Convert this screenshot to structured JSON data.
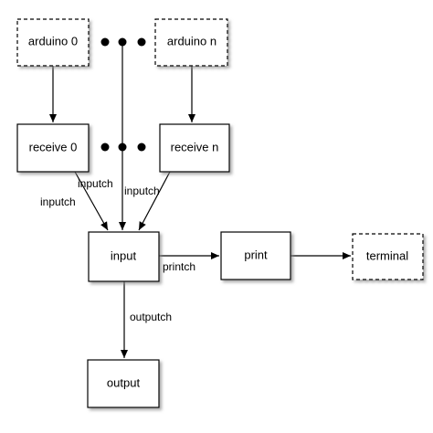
{
  "nodes": {
    "arduino0": {
      "label": "arduino 0",
      "style": "dashed"
    },
    "arduinoN": {
      "label": "arduino n",
      "style": "dashed"
    },
    "receive0": {
      "label": "receive 0",
      "style": "solid"
    },
    "receiveN": {
      "label": "receive n",
      "style": "solid"
    },
    "input": {
      "label": "input",
      "style": "solid"
    },
    "print": {
      "label": "print",
      "style": "solid"
    },
    "terminal": {
      "label": "terminal",
      "style": "dashed"
    },
    "output": {
      "label": "output",
      "style": "solid"
    }
  },
  "edges": [
    {
      "from": "arduino0",
      "to": "receive0",
      "label": ""
    },
    {
      "from": "ellipsis_top",
      "to": "input",
      "label": "inputch"
    },
    {
      "from": "arduinoN",
      "to": "receiveN",
      "label": ""
    },
    {
      "from": "receive0",
      "to": "input",
      "label": "inputch"
    },
    {
      "from": "receiveN",
      "to": "input",
      "label": "inputch"
    },
    {
      "from": "input",
      "to": "print",
      "label": "printch"
    },
    {
      "from": "print",
      "to": "terminal",
      "label": ""
    },
    {
      "from": "input",
      "to": "output",
      "label": "outputch"
    }
  ],
  "colors": {
    "stroke": "#000000",
    "fill": "#ffffff",
    "shadow": "#888888"
  }
}
